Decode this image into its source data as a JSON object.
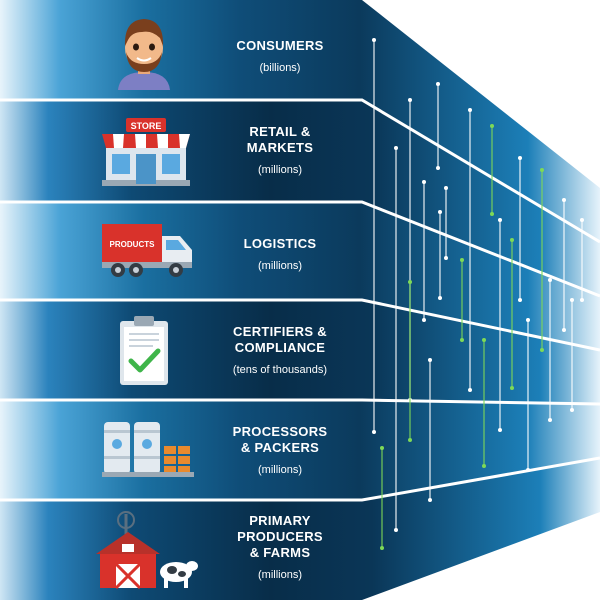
{
  "colors": {
    "deep_blue": "#0b3a5c",
    "mid_blue": "#1a6fa0",
    "light_edge": "#e8f4fb",
    "separator": "#ffffff",
    "trace_white": "#ffffff",
    "trace_green": "#7ed957",
    "brand_red": "#d9322b"
  },
  "tiers": [
    {
      "title": "CONSUMERS",
      "unit": "(billions)",
      "icon": "person-icon"
    },
    {
      "title": "RETAIL &\nMARKETS",
      "unit": "(millions)",
      "icon": "store-icon",
      "icon_text": "STORE"
    },
    {
      "title": "LOGISTICS",
      "unit": "(millions)",
      "icon": "truck-icon",
      "icon_text": "PRODUCTS"
    },
    {
      "title": "CERTIFIERS &\nCOMPLIANCE",
      "unit": "(tens of thousands)",
      "icon": "clipboard-check-icon"
    },
    {
      "title": "PROCESSORS\n& PACKERS",
      "unit": "(millions)",
      "icon": "factory-silos-icon"
    },
    {
      "title": "PRIMARY\nPRODUCERS\n& FARMS",
      "unit": "(millions)",
      "icon": "farm-barn-icon"
    }
  ]
}
